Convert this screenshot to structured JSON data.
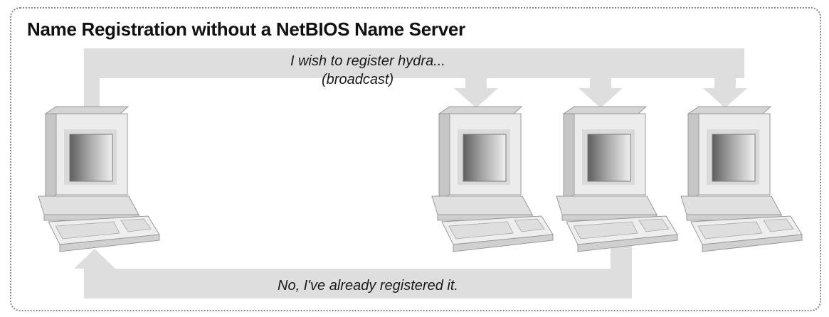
{
  "diagram": {
    "title": "Name Registration without a NetBIOS Name Server",
    "broadcast_line1": "I wish to register hydra...",
    "broadcast_line2": "(broadcast)",
    "response_text": "No, I've already registered it.",
    "arrow_color": "#dedede",
    "computer_count": 4
  }
}
